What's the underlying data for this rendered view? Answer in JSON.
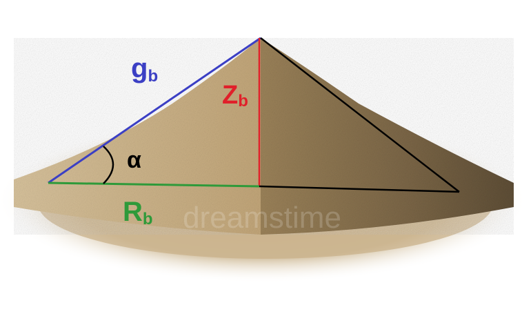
{
  "labels": {
    "slant_main": "g",
    "slant_sub": "b",
    "height_main": "Z",
    "height_sub": "b",
    "radius_main": "R",
    "radius_sub": "b",
    "angle": "α"
  },
  "colors": {
    "slant": "#3b3fc4",
    "height": "#e0202a",
    "radius": "#2e9a3a",
    "outline": "#000000",
    "sand_light": "#d9c6a0",
    "sand_mid": "#b89c6e",
    "sand_dark": "#6e5c40"
  },
  "watermark": "dreamstime"
}
